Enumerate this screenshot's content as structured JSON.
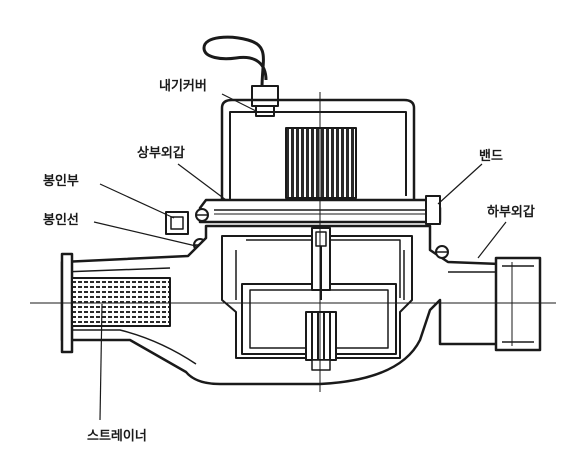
{
  "labels": {
    "inner_cover": "내기커버",
    "upper_case": "상부외갑",
    "seal_cap": "봉인부",
    "seal_wire": "봉인선",
    "band": "밴드",
    "lower_case": "하부외갑",
    "strainer": "스트레이너"
  },
  "colors": {
    "line": "#1a1a1a",
    "fill": "#ffffff",
    "hatch": "#2a2a2a"
  }
}
